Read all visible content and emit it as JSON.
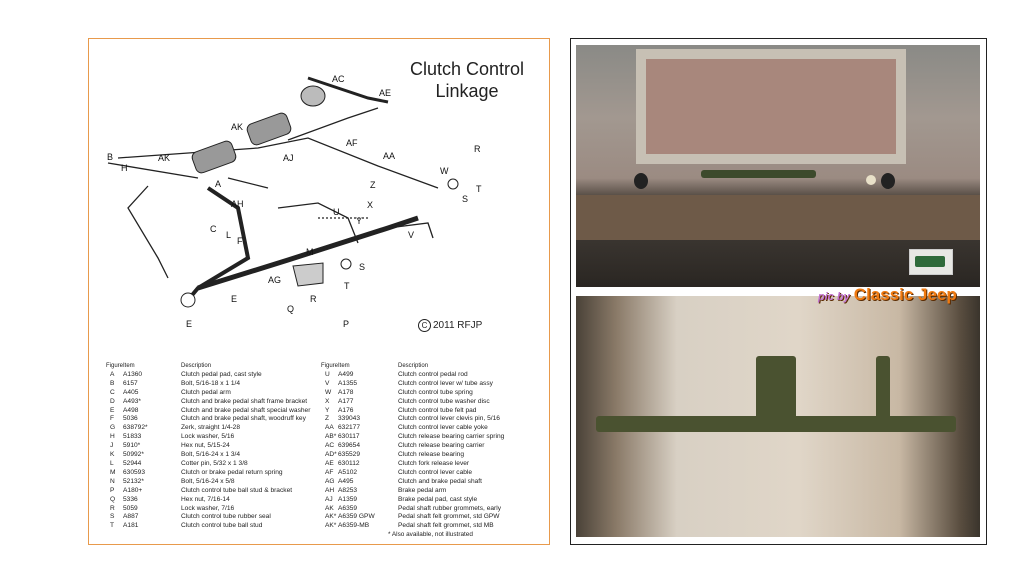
{
  "diagram": {
    "title_line1": "Clutch Control",
    "title_line2": "Linkage",
    "copyright_symbol": "C",
    "copyright_text": "2011 RFJP",
    "callouts": [
      "AC",
      "AE",
      "AK",
      "AK",
      "AJ",
      "AF",
      "B",
      "H",
      "A",
      "AA",
      "R",
      "W",
      "T",
      "Z",
      "S",
      "AH",
      "U",
      "X",
      "Y",
      "C",
      "L",
      "F",
      "V",
      "M",
      "S",
      "AG",
      "E",
      "T",
      "R",
      "Q",
      "P",
      "E"
    ]
  },
  "parts_table": {
    "headers": {
      "figure": "Figure",
      "item": "Item",
      "description": "Description"
    },
    "left": [
      [
        "A",
        "A1360",
        "Clutch pedal pad, cast style"
      ],
      [
        "B",
        "6157",
        "Bolt, 5/16-18 x 1 1/4"
      ],
      [
        "C",
        "A405",
        "Clutch pedal arm"
      ],
      [
        "D",
        "A493*",
        "Clutch and brake pedal shaft frame bracket"
      ],
      [
        "E",
        "A498",
        "Clutch and brake pedal shaft special washer"
      ],
      [
        "F",
        "5036",
        "Clutch and brake pedal shaft, woodruff key"
      ],
      [
        "G",
        "638792*",
        "Zerk, straight  1/4-28"
      ],
      [
        "H",
        "51833",
        "Lock washer, 5/16"
      ],
      [
        "J",
        "5910*",
        "Hex nut, 5/15-24"
      ],
      [
        "K",
        "50992*",
        "Bolt, 5/16-24 x 1 3/4"
      ],
      [
        "L",
        "52944",
        "Cotter pin, 5/32 x 1 3/8"
      ],
      [
        "M",
        "630593",
        "Clutch or brake pedal return spring"
      ],
      [
        "N",
        "52132*",
        "Bolt, 5/16-24 x 5/8"
      ],
      [
        "P",
        "A180+",
        "Clutch control tube ball stud & bracket"
      ],
      [
        "Q",
        "5336",
        "Hex nut, 7/16-14"
      ],
      [
        "R",
        "5059",
        "Lock washer, 7/16"
      ],
      [
        "S",
        "A887",
        "Clutch control tube rubber seal"
      ],
      [
        "T",
        "A181",
        "Clutch control tube ball stud"
      ]
    ],
    "right": [
      [
        "U",
        "A499",
        "Clutch control pedal rod"
      ],
      [
        "V",
        "A1355",
        "Clutch control lever w/ tube assy"
      ],
      [
        "W",
        "A178",
        "Clutch control tube spring"
      ],
      [
        "X",
        "A177",
        "Clutch control tube washer disc"
      ],
      [
        "Y",
        "A176",
        "Clutch control tube felt pad"
      ],
      [
        "Z",
        "339043",
        "Clutch control lever clevis pin, 5/16"
      ],
      [
        "AA",
        "632177",
        "Clutch control lever cable yoke"
      ],
      [
        "AB*",
        "630117",
        "Clutch release bearing carrier spring"
      ],
      [
        "AC",
        "639654",
        "Clutch release bearing carrier"
      ],
      [
        "AD*",
        "635529",
        "Clutch release bearing"
      ],
      [
        "AE",
        "630112",
        "Clutch fork release lever"
      ],
      [
        "AF",
        "A5102",
        "Clutch control lever cable"
      ],
      [
        "AG",
        "A495",
        "Clutch and brake pedal shaft"
      ],
      [
        "AH",
        "A8253",
        "Brake pedal arm"
      ],
      [
        "AJ",
        "A1359",
        "Brake pedal pad, cast style"
      ],
      [
        "AK",
        "A6359",
        "Pedal shaft rubber grommets, early"
      ],
      [
        "AK*",
        "A6359 GPW",
        "Pedal shaft felt grommet, std GPW"
      ],
      [
        "AK*",
        "A6359-MB",
        "Pedal shaft felt grommet, std MB"
      ]
    ],
    "footnote": "* Also available, not illustrated"
  },
  "photos": {
    "watermark_prefix": "pic by",
    "watermark_brand": "Classic Jeep"
  },
  "colors": {
    "panel_border": "#e89a4c",
    "watermark": "#f07a10"
  }
}
